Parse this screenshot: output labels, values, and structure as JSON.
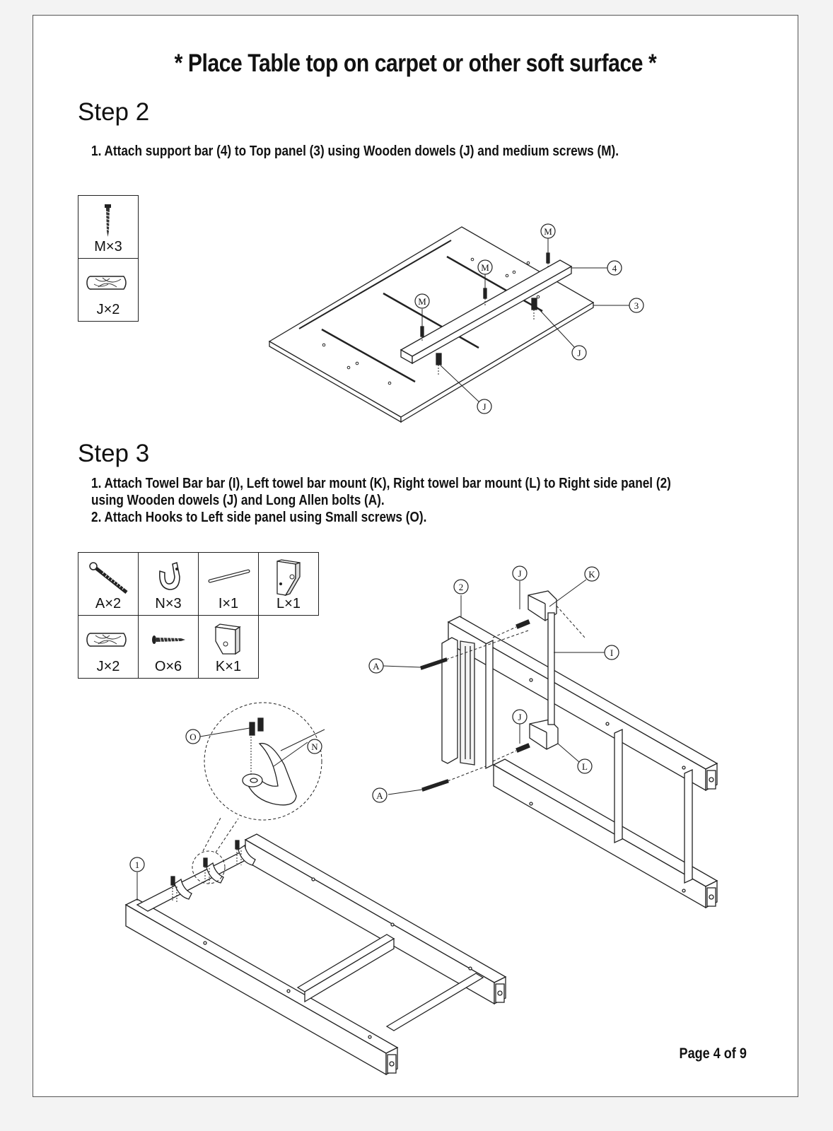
{
  "notice": "* Place Table top on carpet or other soft surface *",
  "step2": {
    "title": "Step 2",
    "instructions": [
      "1. Attach  support bar (4) to Top panel  (3) using Wooden dowels (J) and medium screws (M)."
    ],
    "parts": [
      {
        "label": "M×3",
        "icon": "screw-icon"
      },
      {
        "label": "J×2",
        "icon": "dowel-icon"
      }
    ],
    "callouts": [
      "M",
      "M",
      "M",
      "4",
      "3",
      "J",
      "J"
    ]
  },
  "step3": {
    "title": "Step 3",
    "instructions": [
      "1. Attach Towel Bar bar (I), Left towel bar mount (K), Right towel bar mount (L) to Right side panel (2)",
      "using Wooden dowels (J) and Long Allen bolts (A).",
      "2. Attach Hooks to Left side panel using Small screws (O)."
    ],
    "parts_row1": [
      {
        "label": "A×2",
        "icon": "allen-bolt-icon"
      },
      {
        "label": "N×3",
        "icon": "hook-icon"
      },
      {
        "label": "I×1",
        "icon": "towel-bar-icon"
      },
      {
        "label": "L×1",
        "icon": "right-mount-icon"
      }
    ],
    "parts_row2": [
      {
        "label": "J×2",
        "icon": "dowel-icon"
      },
      {
        "label": "O×6",
        "icon": "small-screw-icon"
      },
      {
        "label": "K×1",
        "icon": "left-mount-icon"
      }
    ],
    "callouts_right": [
      "2",
      "J",
      "K",
      "I",
      "A",
      "J",
      "A",
      "L"
    ],
    "callouts_left": [
      "O",
      "N",
      "1"
    ]
  },
  "footer": "Page 4 of 9"
}
